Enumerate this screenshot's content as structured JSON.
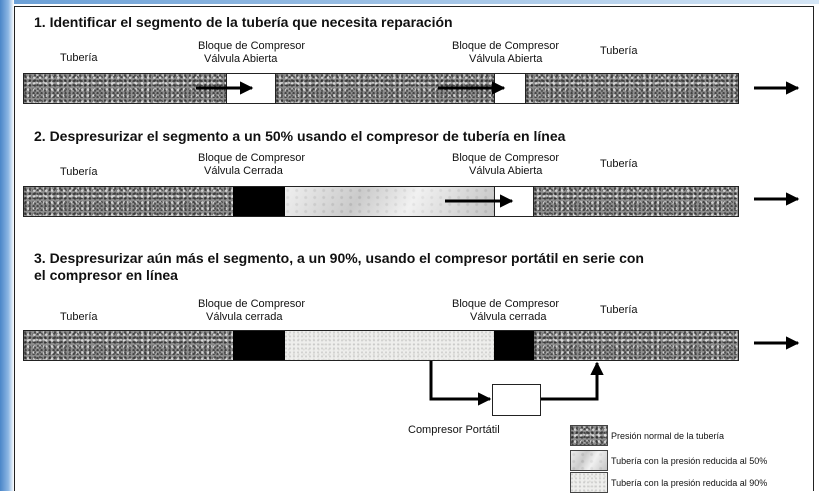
{
  "steps": [
    {
      "heading": "1. Identificar el segmento de la tubería que necesita reparación",
      "pipe_left_label": "Tubería",
      "block1_title": "Bloque de Compresor",
      "block1_state": "Válvula Abierta",
      "block2_title": "Bloque de Compresor",
      "block2_state": "Válvula Abierta",
      "pipe_right_label": "Tubería"
    },
    {
      "heading": "2. Despresurizar el segmento a un 50% usando el compresor de tubería en línea",
      "pipe_left_label": "Tubería",
      "block1_title": "Bloque de Compresor",
      "block1_state": "Válvula Cerrada",
      "block2_title": "Bloque de Compresor",
      "block2_state": "Válvula Abierta",
      "pipe_right_label": "Tubería"
    },
    {
      "heading_line1": "3. Despresurizar aún más el segmento, a un 90%, usando el compresor portátil en serie con",
      "heading_line2": "el compresor en línea",
      "pipe_left_label": "Tubería",
      "block1_title": "Bloque de Compresor",
      "block1_state": "Válvula cerrada",
      "block2_title": "Bloque de Compresor",
      "block2_state": "Válvula cerrada",
      "pipe_right_label": "Tubería",
      "portable_label": "Compresor Portátil"
    }
  ],
  "legend": [
    {
      "label": "Presión normal de la tubería",
      "pattern": "normal"
    },
    {
      "label": "Tubería con la presión reducida al 50%",
      "pattern": "reduced-50"
    },
    {
      "label": "Tubería con la presión reducida al 90%",
      "pattern": "reduced-90"
    }
  ],
  "colors": {
    "closed_valve": "#000000",
    "open_valve": "#ffffff",
    "accent_edge": "#4a86c8"
  }
}
